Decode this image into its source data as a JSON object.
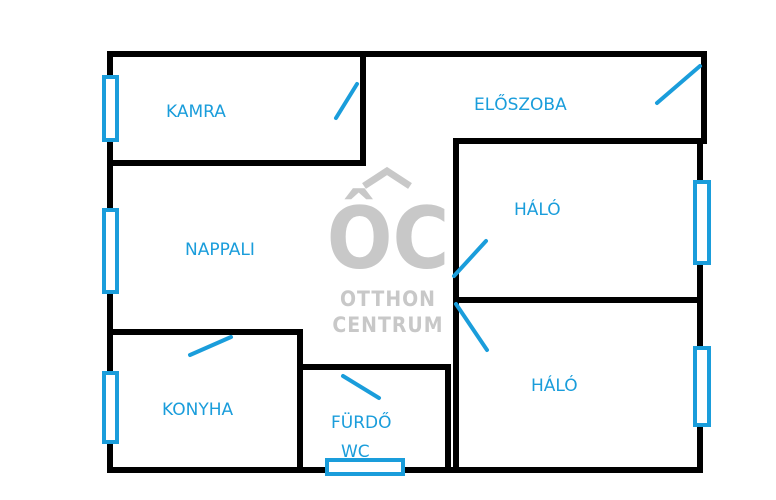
{
  "colors": {
    "wall": "#000000",
    "accent": "#1a9ddb",
    "logo": "#c8c8c8",
    "background": "#ffffff"
  },
  "rooms": {
    "kamra": "KAMRA",
    "eloszoba": "ELŐSZOBA",
    "halo_top": "HÁLÓ",
    "nappali": "NAPPALI",
    "halo_bottom": "HÁLÓ",
    "konyha": "KONYHA",
    "furdo_line1": "FÜRDŐ",
    "furdo_line2": "WC"
  },
  "logo": {
    "letters": "ÔC",
    "line1": "OTTHON",
    "line2": "CENTRUM"
  }
}
